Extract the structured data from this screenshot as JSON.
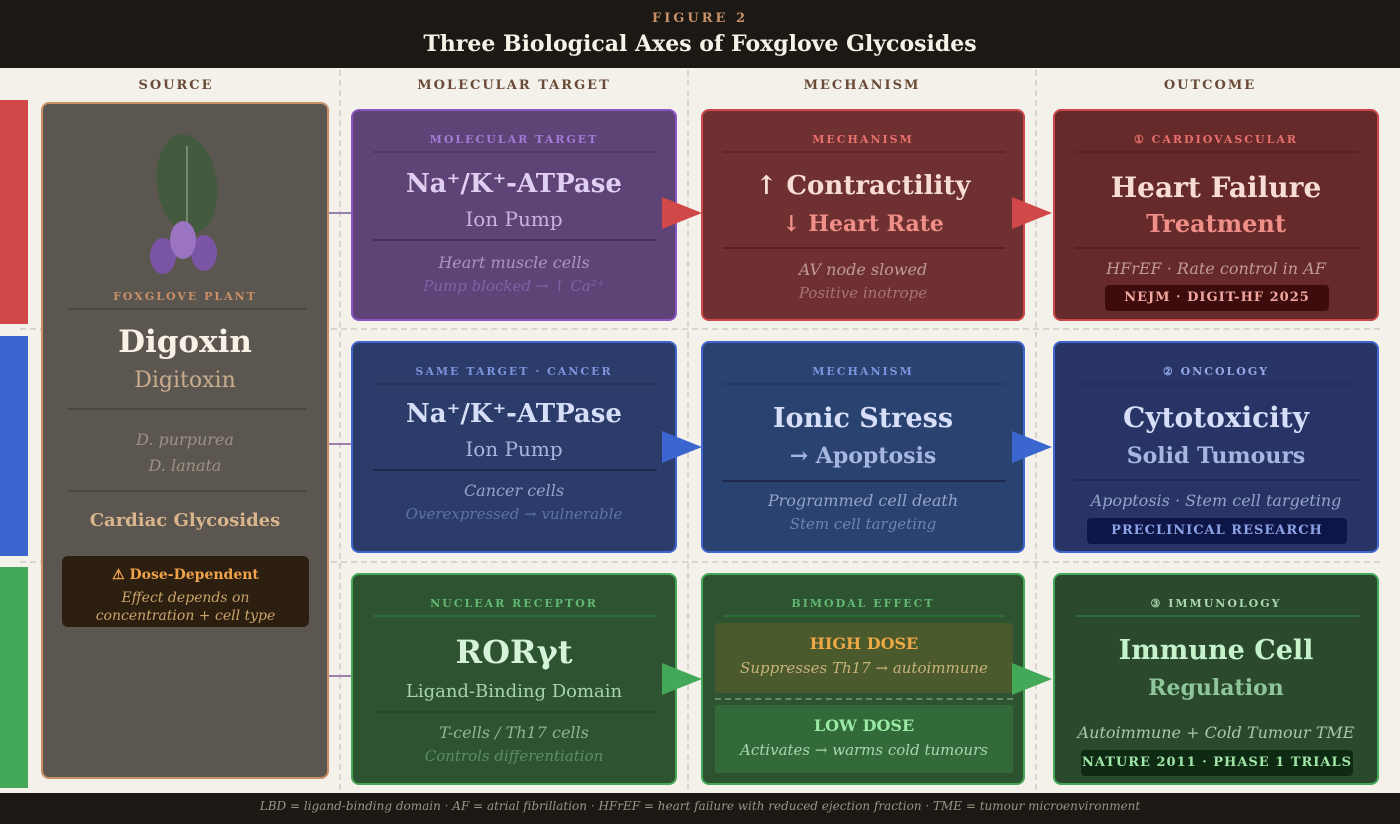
{
  "header": {
    "figure": "FIGURE 2",
    "title": "Three Biological Axes of Foxglove Glycosides"
  },
  "columns": [
    "SOURCE",
    "MOLECULAR TARGET",
    "MECHANISM",
    "OUTCOME"
  ],
  "source": {
    "label": "FOXGLOVE PLANT",
    "drug1": "Digoxin",
    "drug2": "Digitoxin",
    "species1": "D. purpurea",
    "species2": "D. lanata",
    "class": "Cardiac Glycosides",
    "warning_title": "⚠ Dose-Dependent",
    "warning_line1": "Effect depends on",
    "warning_line2": "concentration + cell type"
  },
  "rows": [
    {
      "target": {
        "label": "MOLECULAR TARGET",
        "title": "Na⁺/K⁺-ATPase",
        "subtitle": "Ion Pump",
        "line1": "Heart muscle cells",
        "line2": "Pump blocked → ↑ Ca²⁺"
      },
      "mechanism": {
        "label": "MECHANISM",
        "title": "↑ Contractility",
        "subtitle": "↓ Heart Rate",
        "line1": "AV node slowed",
        "line2": "Positive inotrope"
      },
      "outcome": {
        "label": "① CARDIOVASCULAR",
        "title": "Heart Failure",
        "subtitle": "Treatment",
        "line1": "HFrEF · Rate control in AF",
        "badge": "NEJM · DIGIT-HF 2025"
      }
    },
    {
      "target": {
        "label": "SAME TARGET · CANCER",
        "title": "Na⁺/K⁺-ATPase",
        "subtitle": "Ion Pump",
        "line1": "Cancer cells",
        "line2": "Overexpressed → vulnerable"
      },
      "mechanism": {
        "label": "MECHANISM",
        "title": "Ionic Stress",
        "subtitle": "→ Apoptosis",
        "line1": "Programmed cell death",
        "line2": "Stem cell targeting"
      },
      "outcome": {
        "label": "② ONCOLOGY",
        "title": "Cytotoxicity",
        "subtitle": "Solid Tumours",
        "line1": "Apoptosis · Stem cell targeting",
        "badge": "PRECLINICAL RESEARCH"
      }
    },
    {
      "target": {
        "label": "NUCLEAR RECEPTOR",
        "title": "RORγt",
        "subtitle": "Ligand-Binding Domain",
        "line1": "T-cells / Th17 cells",
        "line2": "Controls differentiation"
      },
      "mechanism": {
        "label": "BIMODAL EFFECT",
        "high_title": "HIGH DOSE",
        "high_text": "Suppresses Th17 → autoimmune",
        "low_title": "LOW DOSE",
        "low_text": "Activates → warms cold tumours"
      },
      "outcome": {
        "label": "③ IMMUNOLOGY",
        "title": "Immune Cell",
        "subtitle": "Regulation",
        "line1": "Autoimmune + Cold Tumour TME",
        "badge": "NATURE 2011 · PHASE 1 TRIALS"
      }
    }
  ],
  "footer": "LBD = ligand-binding domain · AF = atrial fibrillation · HFrEF = heart failure with reduced ejection fraction · TME = tumour microenvironment",
  "colors": {
    "red": "#d04848",
    "blue": "#3b66cf",
    "green": "#43a857"
  }
}
